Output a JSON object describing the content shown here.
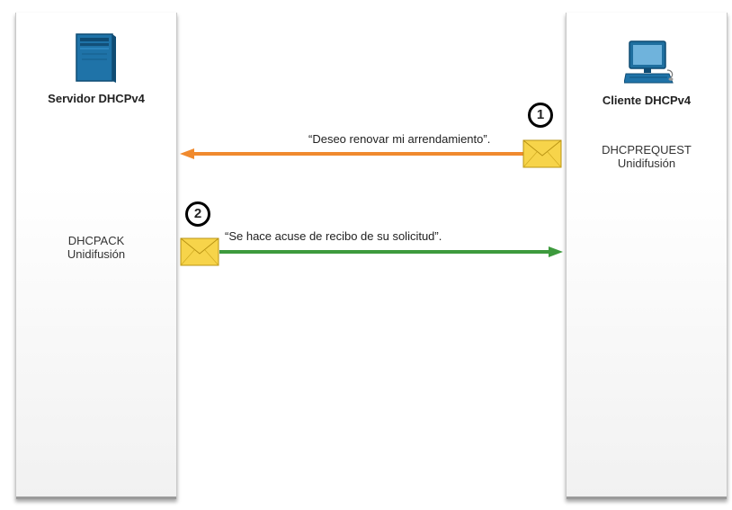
{
  "server": {
    "title": "Servidor DHCPv4",
    "message_type": "DHCPACK",
    "delivery": "Unidifusión"
  },
  "client": {
    "title": "Cliente DHCPv4",
    "message_type": "DHCPREQUEST",
    "delivery": "Unidifusión"
  },
  "messages": [
    {
      "step": "1",
      "text": "“Deseo renovar mi arrendamiento”.",
      "direction": "client-to-server",
      "color": "#f08a2e"
    },
    {
      "step": "2",
      "text": "“Se hace acuse de recibo de su solicitud”.",
      "direction": "server-to-client",
      "color": "#3d9a3d"
    }
  ],
  "icons": {
    "server": "server-tower-icon",
    "client": "desktop-computer-icon",
    "envelope": "envelope-icon"
  },
  "colors": {
    "envelope_fill": "#f7d44a",
    "server_blue": "#1f73a8",
    "monitor_screen": "#6fb3dc"
  }
}
